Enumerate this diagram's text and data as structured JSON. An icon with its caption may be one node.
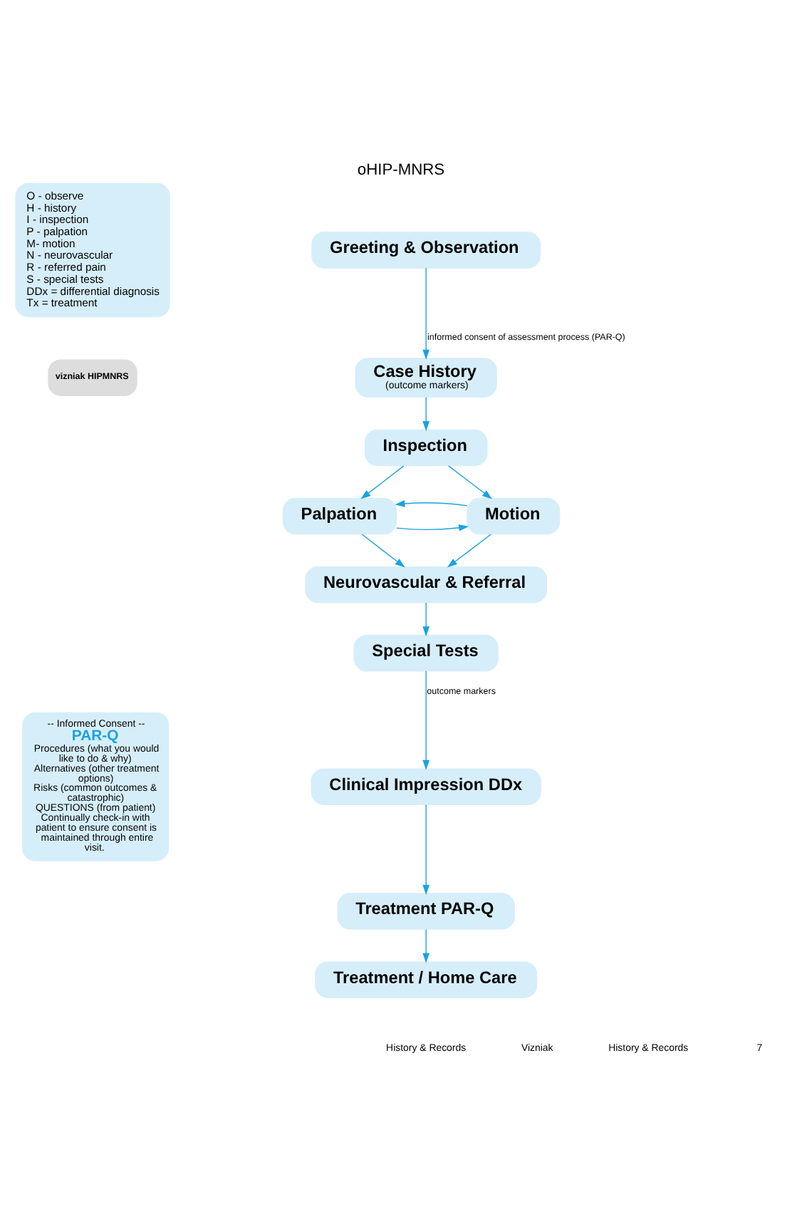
{
  "diagram": {
    "title": "oHIP-MNRS",
    "nodes": [
      {
        "text": [
          "Greeting & Observation"
        ]
      },
      {
        "text": [
          "Case History",
          "(outcome markers)"
        ]
      },
      {
        "text": [
          "Inspection"
        ]
      },
      {
        "text": [
          "Palpation"
        ]
      },
      {
        "text": [
          "Motion"
        ]
      },
      {
        "text": [
          "Neurovascular & Referral"
        ]
      },
      {
        "text": [
          "Special Tests"
        ]
      },
      {
        "text": [
          "Clinical Impression DDx"
        ]
      },
      {
        "text": [
          "Treatment PAR-Q"
        ]
      },
      {
        "text": [
          "Treatment / Home Care"
        ]
      },
      {
        "text": [
          "O - observe",
          "H - history",
          "I - inspection",
          "P - palpation",
          "M- motion",
          "N - neurovascular",
          "R - referred pain",
          "S - special tests",
          "DDx = differential diagnosis",
          "Tx = treatment"
        ]
      },
      {
        "text": [
          "vizniak HIPMNRS"
        ]
      },
      {
        "text": [
          "-- Informed Consent --",
          "PAR-Q",
          "Procedures (what you would like to do & why)",
          "Alternatives (other treatment options)",
          "Risks (common outcomes & catastrophic)",
          "QUESTIONS (from patient)",
          "Continually check-in with patient to ensure consent is maintained through entire visit."
        ]
      }
    ],
    "edges": [
      {
        "from": 0,
        "to": 1,
        "arrow": "to",
        "label": "informed consent of assessment process (PAR-Q)"
      },
      {
        "from": 1,
        "to": 2,
        "arrow": "to"
      },
      {
        "from": 2,
        "to": 3,
        "arrow": "to"
      },
      {
        "from": 2,
        "to": 4,
        "arrow": "to"
      },
      {
        "from": 3,
        "to": 4,
        "arrow": "to"
      },
      {
        "from": 4,
        "to": 3,
        "arrow": "to"
      },
      {
        "from": 3,
        "to": 5,
        "arrow": "to"
      },
      {
        "from": 4,
        "to": 5,
        "arrow": "to"
      },
      {
        "from": 5,
        "to": 6,
        "arrow": "to"
      },
      {
        "from": 6,
        "to": 7,
        "arrow": "to",
        "label": "outcome markers"
      },
      {
        "from": 7,
        "to": 8,
        "arrow": "to"
      },
      {
        "from": 8,
        "to": 9,
        "arrow": "to"
      }
    ],
    "labels": [
      "History & Records",
      "Vizniak",
      "History & Records",
      "7"
    ]
  }
}
